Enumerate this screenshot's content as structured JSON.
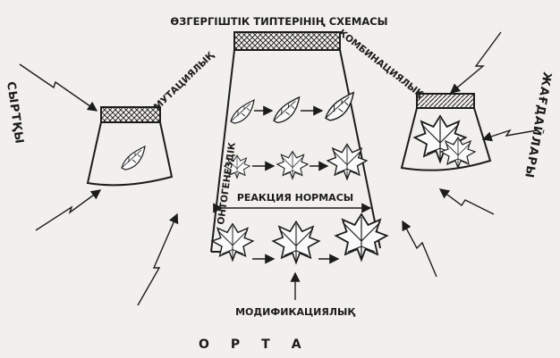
{
  "labels": {
    "title": "ӨЗГЕРГІШТІК ТИПТЕРІНІҢ СХЕМАСЫ",
    "mutation": "МУТАЦИЯЛЫҚ",
    "combination": "КОМБИНАЦИЯЛЫҚ",
    "ontogenesis": "ОНТОГЕНЕЗДІК",
    "reaction_norm": "РЕАКЦИЯ НОРМАСЫ",
    "modification": "МОДИФИКАЦИЯЛЫҚ",
    "left_arc": "СЫРТҚЫ",
    "right_arc": "ЖАҒДАЙЛАРЫ",
    "bottom": "ОРТА"
  },
  "colors": {
    "ink": "#1c1c1c",
    "paper": "#f2f0ec"
  },
  "icons": [
    "leaf-icon",
    "maple-leaf-icon",
    "lightning-arrow-icon",
    "hatched-band-icon"
  ]
}
